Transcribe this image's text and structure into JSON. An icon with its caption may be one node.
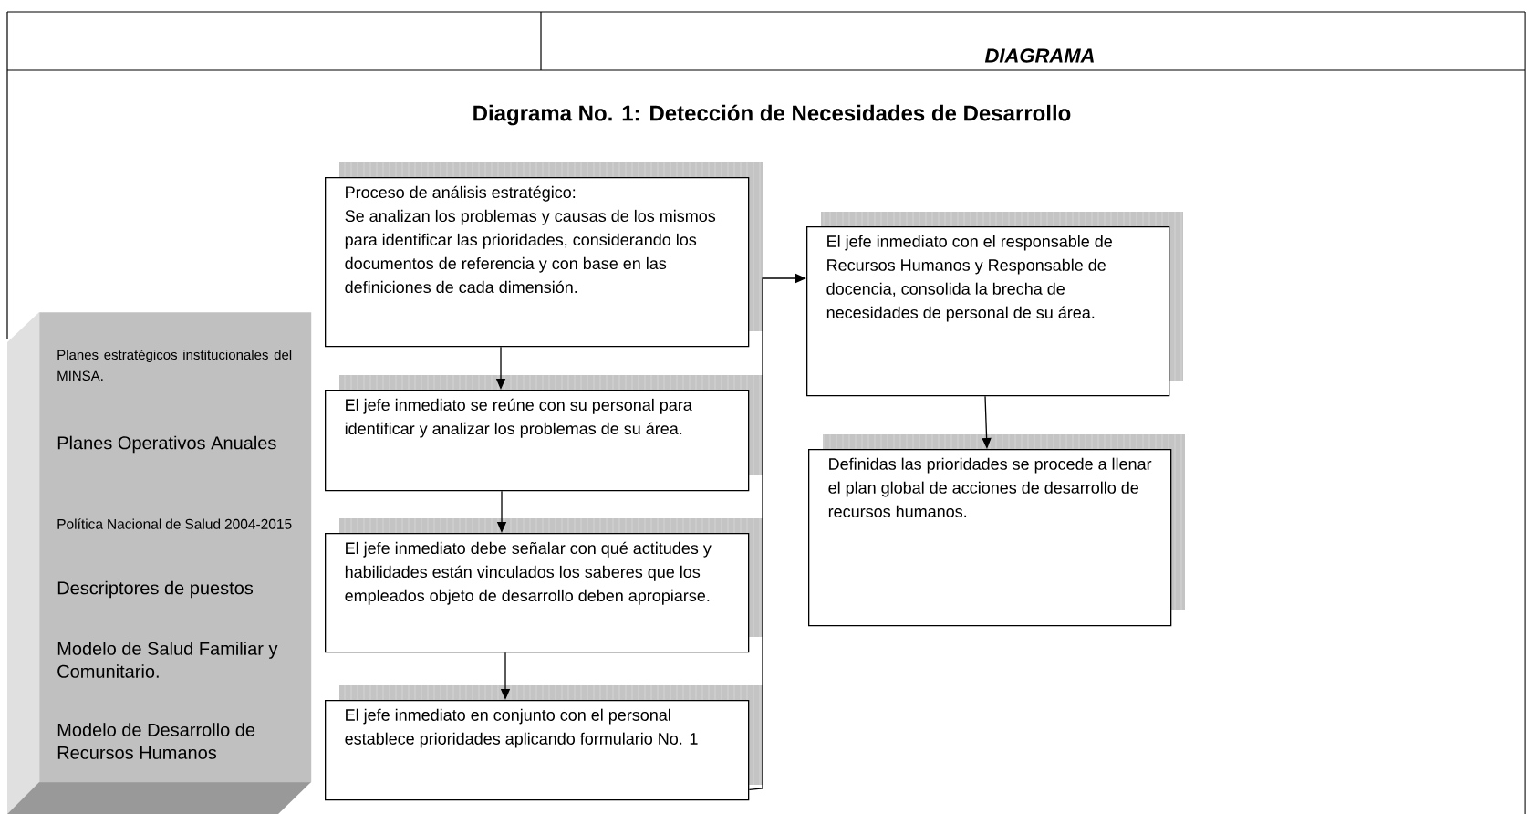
{
  "diagram": {
    "title": "Diagrama No. 1: Detección de Necesidades de Desarrollo",
    "nodes": [
      {
        "text": [
          "Planes estratégicos institucionales del MINSA.",
          "Planes Operativos Anuales",
          "Política Nacional de Salud 2004-2015",
          "Descriptores de puestos",
          "Modelo de Salud Familiar y Comunitario.",
          "Modelo de Desarrollo de Recursos Humanos"
        ]
      },
      {
        "text": [
          "Proceso de análisis estratégico:",
          "Se analizan los problemas y causas de los mismos para identificar las prioridades, considerando los documentos de referencia y con base en las definiciones de cada dimensión."
        ]
      },
      {
        "text": [
          "El jefe inmediato se reúne con su personal para identificar y analizar los problemas de su área."
        ]
      },
      {
        "text": [
          "El jefe inmediato debe señalar con qué actitudes y habilidades están vinculados los saberes que los empleados objeto de desarrollo deben apropiarse."
        ]
      },
      {
        "text": [
          "El jefe inmediato en conjunto con el personal establece prioridades aplicando formulario No. 1"
        ]
      },
      {
        "text": [
          "El jefe inmediato con el responsable de Recursos Humanos y Responsable de docencia, consolida la brecha de necesidades de personal de su área."
        ]
      },
      {
        "text": [
          "Definidas las prioridades se procede a llenar el plan global de acciones de desarrollo de recursos humanos."
        ]
      }
    ],
    "edges": [
      {
        "from": 1,
        "to": 2,
        "arrow": "to"
      },
      {
        "from": 2,
        "to": 3,
        "arrow": "to"
      },
      {
        "from": 3,
        "to": 4,
        "arrow": "to"
      },
      {
        "from": 4,
        "to": 5,
        "arrow": "to"
      },
      {
        "from": 5,
        "to": 6,
        "arrow": "to"
      }
    ],
    "labels": [
      "DIAGRAMA"
    ]
  }
}
